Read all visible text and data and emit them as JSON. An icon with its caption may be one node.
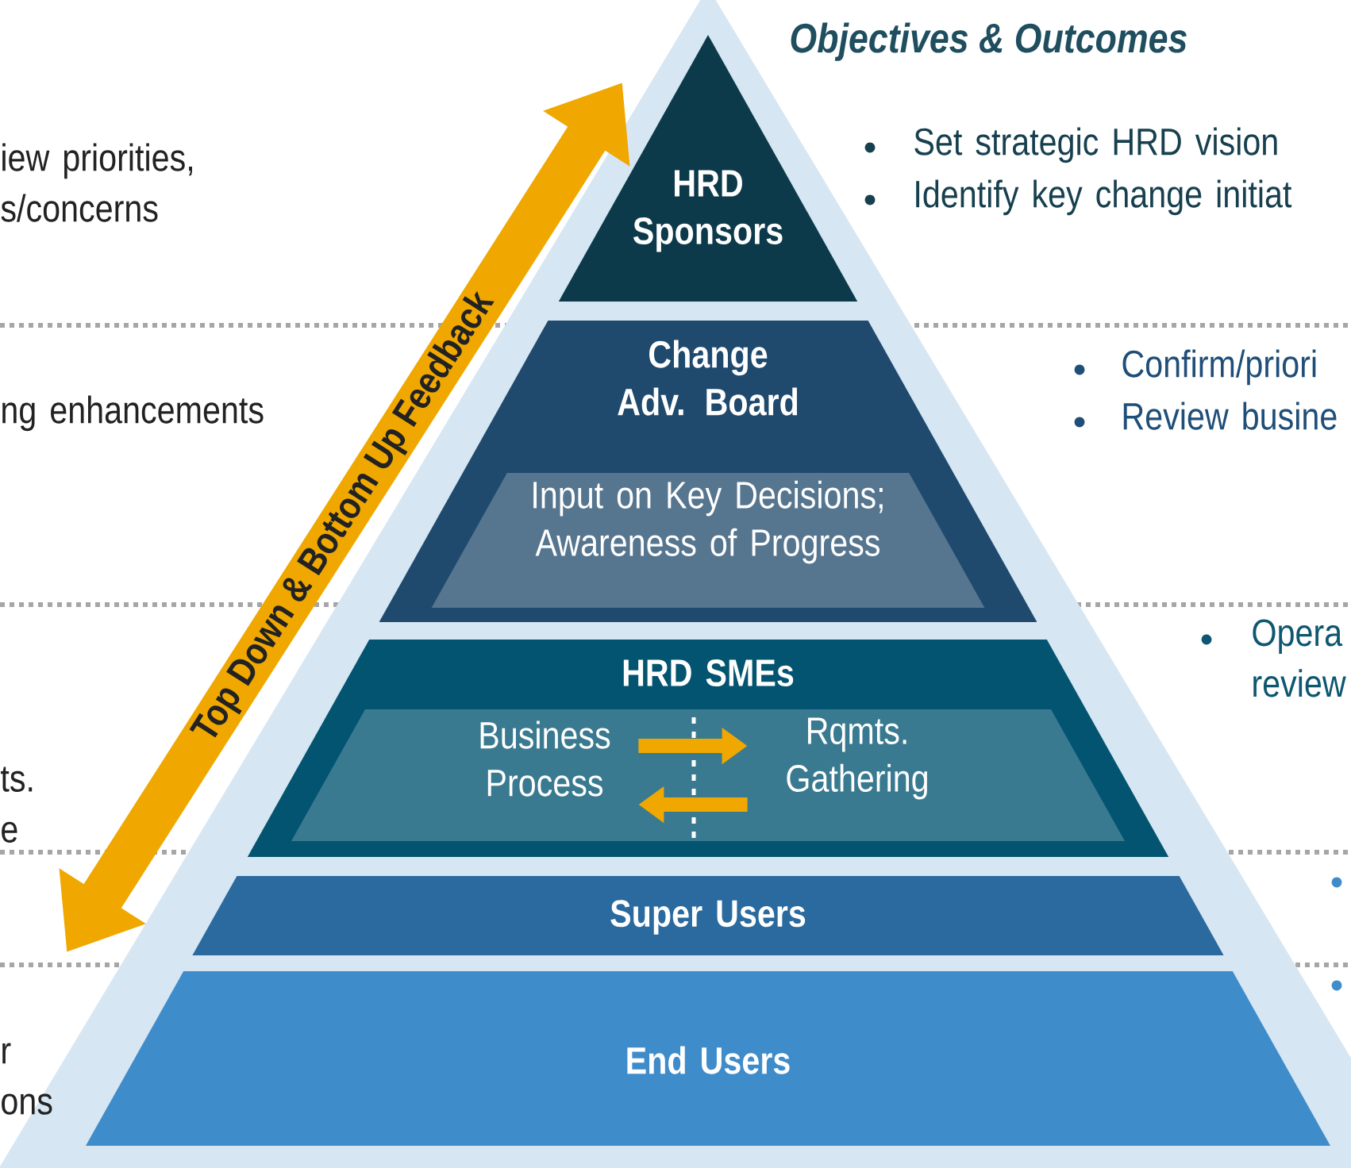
{
  "diagram": {
    "title": "Objectives & Outcomes",
    "nodes": [
      {
        "text": [
          "HRD Sponsors"
        ]
      },
      {
        "text": [
          "Change Adv. Board"
        ]
      },
      {
        "text": [
          "Input on Key Decisions; Awareness of Progress"
        ],
        "in": 1
      },
      {
        "text": [
          "HRD SMEs"
        ]
      },
      {
        "text": [],
        "shape": "box",
        "in": 3
      },
      {
        "text": [
          "Business Process"
        ],
        "in": 4
      },
      {
        "text": [
          "Rqmts. Gathering"
        ],
        "in": 4
      },
      {
        "text": [
          "Super Users"
        ]
      },
      {
        "text": [
          "End Users"
        ]
      }
    ],
    "edges": [
      {
        "from": 5,
        "to": 6,
        "arrow": "to"
      },
      {
        "from": 6,
        "to": 5,
        "arrow": "to"
      }
    ],
    "labels": [
      "iew priorities, s/concerns",
      "Set strategic HRD vision",
      "Identify key change initiat",
      "ng enhancements",
      "Confirm/priori",
      "Review busine",
      "Opera review",
      "ts. e",
      "r ons",
      "Top Down & Bottom Up Feedback"
    ]
  }
}
